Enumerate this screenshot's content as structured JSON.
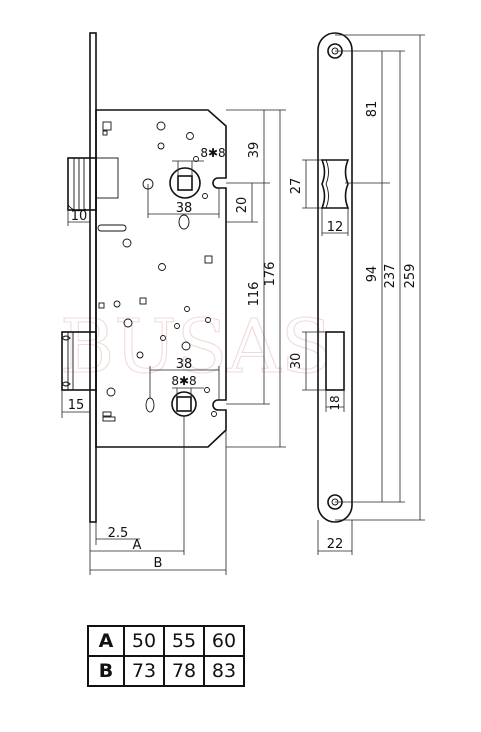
{
  "watermark": "BUSAS",
  "dimensions": {
    "d81": "81",
    "d94": "94",
    "d237": "237",
    "d259": "259",
    "d39": "39",
    "d20": "20",
    "d116": "116",
    "d176": "176",
    "d27": "27",
    "d12": "12",
    "d30": "30",
    "d18": "18",
    "d10": "10",
    "d15": "15",
    "d22": "22",
    "d38a": "38",
    "d38b": "38",
    "d25": "2.5",
    "dA": "A",
    "dB": "B",
    "sq1": "8✱8",
    "sq2": "8✱8"
  },
  "table": {
    "rows": [
      {
        "label": "A",
        "values": [
          "50",
          "55",
          "60"
        ]
      },
      {
        "label": "B",
        "values": [
          "73",
          "78",
          "83"
        ]
      }
    ]
  }
}
